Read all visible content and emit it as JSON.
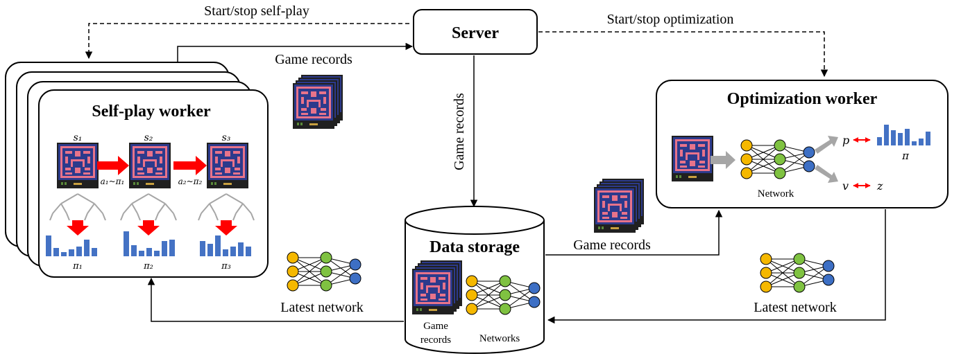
{
  "labels": {
    "start_stop_selfplay": "Start/stop self-play",
    "start_stop_optimization": "Start/stop optimization",
    "server": "Server",
    "game_records_top": "Game records",
    "game_records_vertical": "Game records",
    "game_records_mid": "Game records",
    "selfplay_title": "Self-play worker",
    "optimization_title": "Optimization worker",
    "network": "Network",
    "data_storage": "Data storage",
    "storage_game": "Game",
    "storage_records": "records",
    "storage_networks": "Networks",
    "latest_network_left": "Latest network",
    "latest_network_right": "Latest network"
  },
  "symbols": {
    "s1": "s₁",
    "s2": "s₂",
    "s3": "s₃",
    "a1": "a₁~π₁",
    "a2": "a₂~π₂",
    "pi1": "π₁",
    "pi2": "π₂",
    "pi3": "π₃",
    "p": "p",
    "pi": "π",
    "v": "v",
    "z": "z"
  },
  "colors": {
    "frame_navy": "#2c3a8c",
    "frame_pink": "#e8738a",
    "bar_blue": "#4472c4",
    "red_arrow": "#ff0000",
    "grey_arrow": "#a6a6a6",
    "node_yellow": "#f5b800",
    "node_green": "#7fc241",
    "node_blue": "#3d6fc4"
  }
}
